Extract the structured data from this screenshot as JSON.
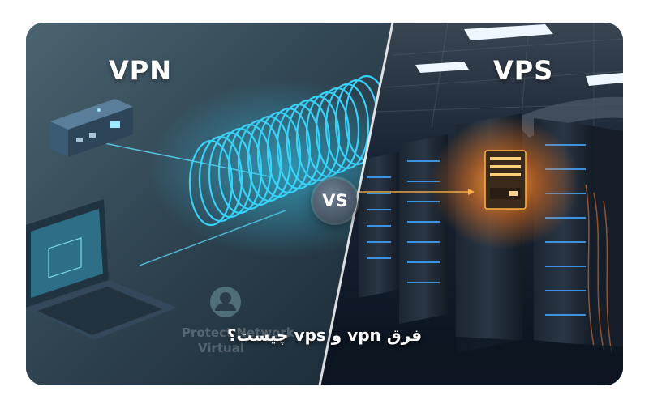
{
  "left_label": "VPN",
  "right_label": "VPS",
  "vs_badge": "VS",
  "caption": "فرق vpn و vps چیست؟",
  "faded_overlay": {
    "line1": "Protect Network",
    "line2": "Virtual"
  },
  "icons": [
    "router-icon",
    "laptop-icon",
    "user-avatar-icon",
    "server-rack-icon",
    "ceiling-light-icon"
  ],
  "colors": {
    "left_background": "#2e4250",
    "right_background": "#101a28",
    "cyan_glow": "#39d8ff",
    "server_glow": "#ff8a1f",
    "text": "#ffffff"
  }
}
